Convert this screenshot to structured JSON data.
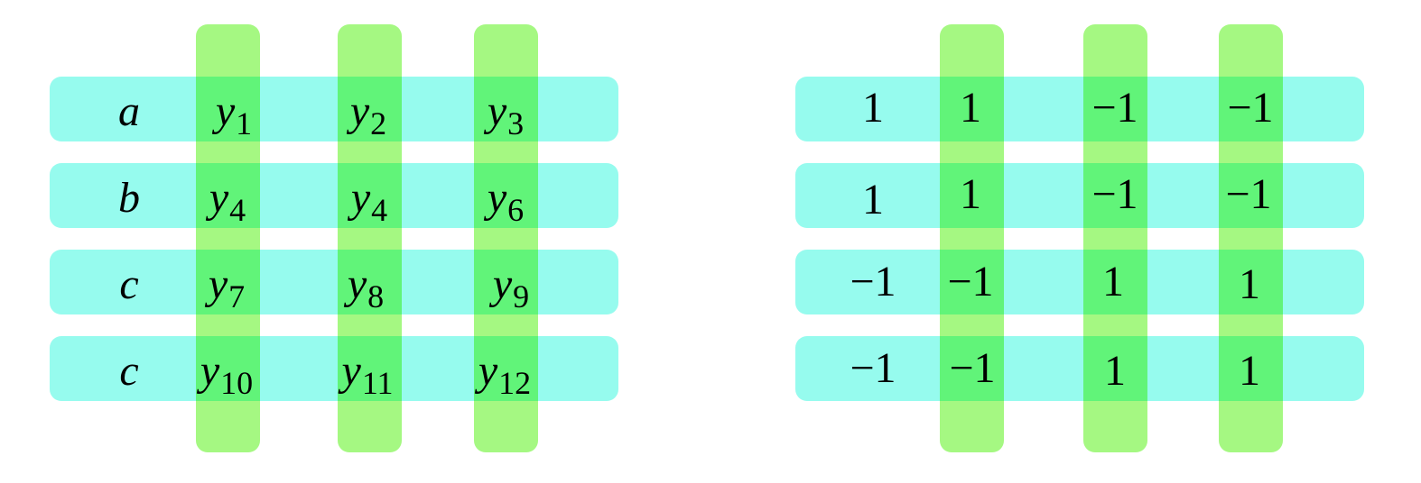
{
  "left_matrix": {
    "row_labels": [
      "a",
      "b",
      "c",
      "c"
    ],
    "cells": [
      [
        {
          "base": "y",
          "sub": "1"
        },
        {
          "base": "y",
          "sub": "2"
        },
        {
          "base": "y",
          "sub": "3"
        }
      ],
      [
        {
          "base": "y",
          "sub": "4"
        },
        {
          "base": "y",
          "sub": "4"
        },
        {
          "base": "y",
          "sub": "6"
        }
      ],
      [
        {
          "base": "y",
          "sub": "7"
        },
        {
          "base": "y",
          "sub": "8"
        },
        {
          "base": "y",
          "sub": "9"
        }
      ],
      [
        {
          "base": "y",
          "sub": "10"
        },
        {
          "base": "y",
          "sub": "11"
        },
        {
          "base": "y",
          "sub": "12"
        }
      ]
    ]
  },
  "right_matrix": {
    "row_labels": [
      "1",
      "1",
      "−1",
      "−1"
    ],
    "cells": [
      [
        "1",
        "−1",
        "−1"
      ],
      [
        "1",
        "−1",
        "−1"
      ],
      [
        "−1",
        "1",
        "1"
      ],
      [
        "−1",
        "1",
        "1"
      ]
    ]
  },
  "colors": {
    "row_band": "#96fbee",
    "column_band": "#8cf65f"
  }
}
